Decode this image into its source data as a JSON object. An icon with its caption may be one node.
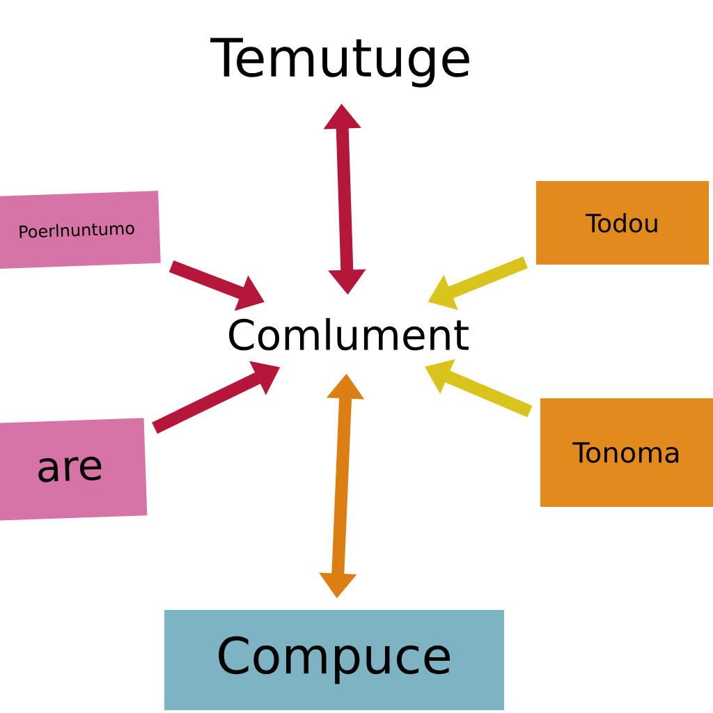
{
  "diagram": {
    "title": "Temutuge",
    "nodes": [
      {
        "text": [
          "Comlument"
        ]
      },
      {
        "text": [
          "Poerlnuntumo"
        ]
      },
      {
        "text": [
          "Todou"
        ]
      },
      {
        "text": [
          "are"
        ]
      },
      {
        "text": [
          "Tonoma"
        ]
      },
      {
        "text": [
          "Compuce"
        ]
      }
    ],
    "edges": [
      {
        "from": null,
        "to": 0,
        "arrow": "both",
        "color": "#b5173a"
      },
      {
        "from": 1,
        "to": 0,
        "arrow": "to",
        "color": "#b5173a"
      },
      {
        "from": 2,
        "to": 0,
        "arrow": "to",
        "color": "#d8c41c"
      },
      {
        "from": 3,
        "to": 0,
        "arrow": "to",
        "color": "#b5173a"
      },
      {
        "from": 4,
        "to": 0,
        "arrow": "to",
        "color": "#d8c41c"
      },
      {
        "from": 0,
        "to": 5,
        "arrow": "both",
        "color": "#dc7f12"
      }
    ]
  }
}
